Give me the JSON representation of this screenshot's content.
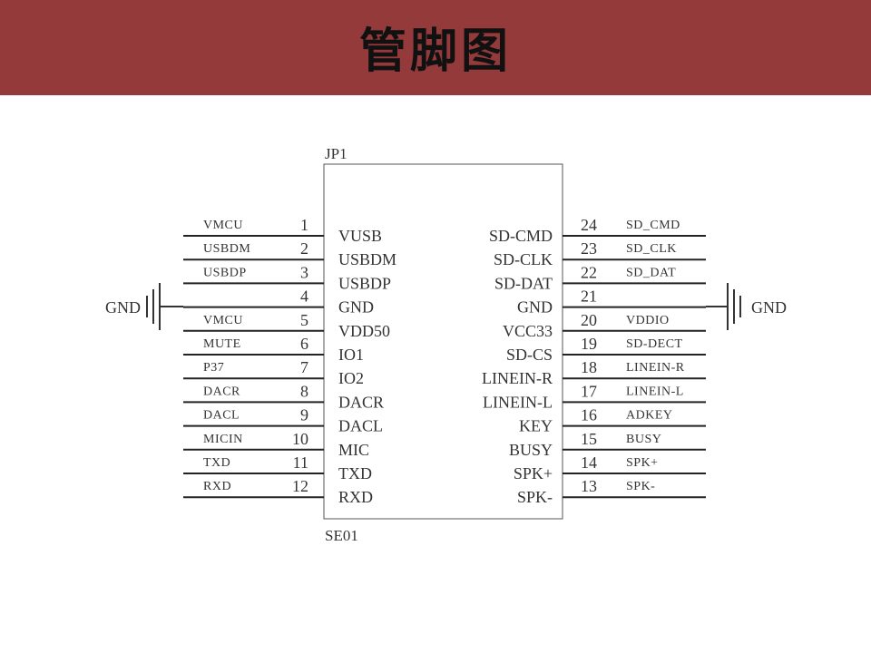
{
  "title": "管脚图",
  "component": {
    "ref": "JP1",
    "part": "SE01"
  },
  "gnd_label": "GND",
  "left_pins": [
    {
      "num": "1",
      "net": "VMCU",
      "inner": "VUSB"
    },
    {
      "num": "2",
      "net": "USBDM",
      "inner": "USBDM"
    },
    {
      "num": "3",
      "net": "USBDP",
      "inner": "USBDP"
    },
    {
      "num": "4",
      "net": "",
      "inner": "GND"
    },
    {
      "num": "5",
      "net": "VMCU",
      "inner": "VDD50"
    },
    {
      "num": "6",
      "net": "MUTE",
      "inner": "IO1"
    },
    {
      "num": "7",
      "net": "P37",
      "inner": "IO2"
    },
    {
      "num": "8",
      "net": "DACR",
      "inner": "DACR"
    },
    {
      "num": "9",
      "net": "DACL",
      "inner": "DACL"
    },
    {
      "num": "10",
      "net": "MICIN",
      "inner": "MIC"
    },
    {
      "num": "11",
      "net": "TXD",
      "inner": "TXD"
    },
    {
      "num": "12",
      "net": "RXD",
      "inner": "RXD"
    }
  ],
  "right_pins": [
    {
      "num": "24",
      "net": "SD_CMD",
      "inner": "SD-CMD"
    },
    {
      "num": "23",
      "net": "SD_CLK",
      "inner": "SD-CLK"
    },
    {
      "num": "22",
      "net": "SD_DAT",
      "inner": "SD-DAT"
    },
    {
      "num": "21",
      "net": "",
      "inner": "GND"
    },
    {
      "num": "20",
      "net": "VDDIO",
      "inner": "VCC33"
    },
    {
      "num": "19",
      "net": "SD-DECT",
      "inner": "SD-CS"
    },
    {
      "num": "18",
      "net": "LINEIN-R",
      "inner": "LINEIN-R"
    },
    {
      "num": "17",
      "net": "LINEIN-L",
      "inner": "LINEIN-L"
    },
    {
      "num": "16",
      "net": "ADKEY",
      "inner": "KEY"
    },
    {
      "num": "15",
      "net": "BUSY",
      "inner": "BUSY"
    },
    {
      "num": "14",
      "net": "SPK+",
      "inner": "SPK+"
    },
    {
      "num": "13",
      "net": "SPK-",
      "inner": "SPK-"
    }
  ]
}
